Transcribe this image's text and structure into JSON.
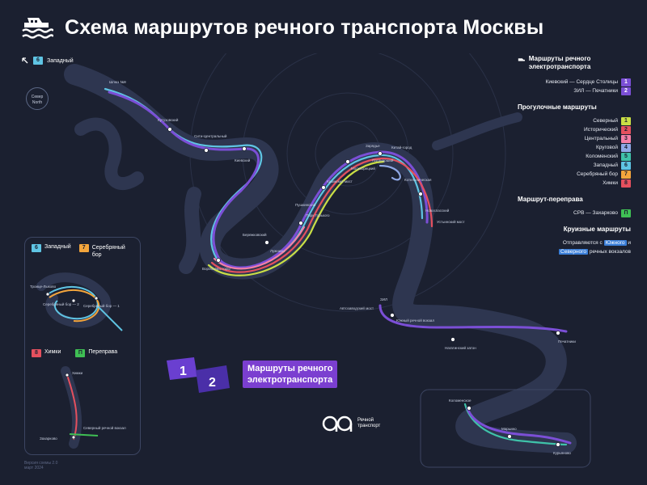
{
  "header": {
    "title": "Схема маршрутов речного транспорта Москвы",
    "logo_icon": "ship-icon"
  },
  "top_route": {
    "number": "6",
    "name": "Западный",
    "icon": "arrow-northwest-icon"
  },
  "compass": {
    "line1": "Север",
    "line2": "North"
  },
  "legend": {
    "electro": {
      "title": "Маршруты речного электротранспорта",
      "icon": "ship-icon",
      "routes": [
        {
          "name": "Киевский — Сердце Столицы",
          "number": "1",
          "color": "#7b4fd6"
        },
        {
          "name": "ЗИЛ — Печатники",
          "number": "2",
          "color": "#7b4fd6"
        }
      ]
    },
    "walking": {
      "title": "Прогулочные маршруты",
      "routes": [
        {
          "name": "Северный",
          "number": "1",
          "color": "#c9de45"
        },
        {
          "name": "Исторический",
          "number": "2",
          "color": "#e4505e"
        },
        {
          "name": "Центральный",
          "number": "3",
          "color": "#f57fa6"
        },
        {
          "name": "Круговой",
          "number": "4",
          "color": "#8fa8e6"
        },
        {
          "name": "Коломенский",
          "number": "5",
          "color": "#3fc2a9"
        },
        {
          "name": "Западный",
          "number": "6",
          "color": "#5fc4e3"
        },
        {
          "name": "Серебряный бор",
          "number": "7",
          "color": "#f3a53c"
        },
        {
          "name": "Химки",
          "number": "8",
          "color": "#e4505e"
        }
      ]
    },
    "ferry": {
      "title": "Маршрут-переправа",
      "routes": [
        {
          "name": "СРВ — Захарково",
          "number": "П",
          "color": "#3fbf54"
        }
      ]
    },
    "cruise": {
      "title": "Круизные маршруты",
      "line1_pre": "Отправляются с",
      "line1_hl": "Южного",
      "line1_post": "и",
      "line2_hl": "Северного",
      "line2_post": "речных вокзалов"
    }
  },
  "inset": {
    "route_a": {
      "number": "6",
      "name": "Западный",
      "color": "#5fc4e3"
    },
    "route_b": {
      "number": "7",
      "name": "Серебряный бор",
      "color": "#f3a53c"
    },
    "route_c": {
      "number": "8",
      "name": "Химки",
      "color": "#e4505e"
    },
    "route_d": {
      "number": "П",
      "name": "Переправа",
      "color": "#3fbf54"
    },
    "stations": [
      "Троице-Лыково",
      "Серебряный бор — 2",
      "Серебряный бор — 1",
      "Химки",
      "Захарково",
      "Северный речной вокзал"
    ]
  },
  "promo": {
    "num1": "1",
    "num2": "2",
    "line1": "Маршруты речного",
    "line2": "электротранспорта"
  },
  "brand": {
    "line1": "Речной",
    "line2": "транспорт"
  },
  "version": {
    "line1": "Версия схемы 2.0",
    "line2": "март 2024"
  },
  "map_labels": {
    "pier_kievsky": "Киевский",
    "pier_vorobyovy": "Воробьёвы горы",
    "pier_gorky": "Парк Горького",
    "pier_pushkinsky": "Пушкинский",
    "pier_krymsky": "Крымский мост",
    "pier_zaryadye": "Зарядье",
    "pier_novospassky": "Новоспасский",
    "pier_avtozavodsky": "Автозаводский мост",
    "pier_yuzhny": "Южный речной вокзал",
    "pier_nagatinsky": "Нагатинский затон",
    "pier_pechatniki": "Печатники",
    "pier_kolomenskoe": "Коломенское",
    "pier_maryino": "Марьино",
    "pier_kuryanovo": "Курьяново",
    "pier_zil": "ЗИЛ",
    "pier_luzhniki": "Лужники",
    "pier_shlyuz": "Шлюз №9",
    "pier_siti": "Сити-Центральный",
    "pier_fili": "Кутузовский",
    "pier_berezhkovsky": "Бережковский",
    "pier_ustinsky": "Устьинский мост",
    "pier_kitay": "Китай-город",
    "pier_patriarshy": "Патриарший",
    "pier_kotelnicheskaya": "Котельническая",
    "pier_moskvoretsky": "Москворецкий"
  }
}
